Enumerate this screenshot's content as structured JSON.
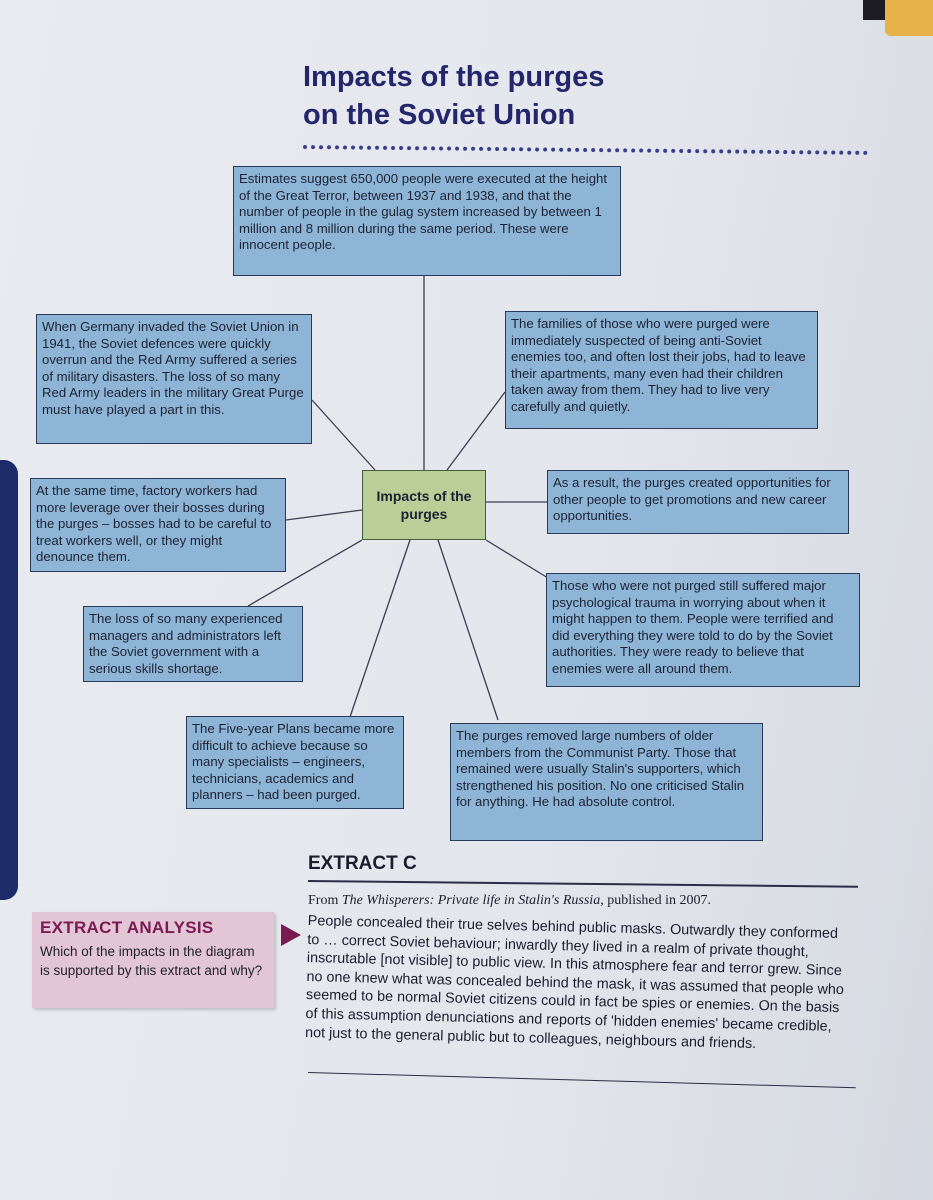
{
  "title": {
    "line1": "Impacts of the purges",
    "line2": "on the Soviet Union"
  },
  "diagram": {
    "center": "Impacts of the purges",
    "boxes": {
      "top": "Estimates suggest 650,000 people were executed at the height of the Great Terror, between 1937 and 1938, and that the number of people in the gulag system increased by between 1 million and 8 million during the same period. These were innocent people.",
      "upper_left": "When Germany invaded the Soviet Union in 1941, the Soviet defences were quickly overrun and the Red Army suffered a series of military disasters. The loss of so many Red Army leaders in the military Great Purge must have played a part in this.",
      "upper_right": "The families of those who were purged were immediately suspected of being anti-Soviet enemies too, and often lost their jobs, had to leave their apartments, many even had their children taken away from them. They had to live very carefully and quietly.",
      "middle_left": "At the same time, factory workers had more leverage over their bosses during the purges – bosses had to be careful to treat workers well, or they might denounce them.",
      "middle_right": "As a result, the purges created opportunities for other people to get promotions and new career opportunities.",
      "lower_left": "The loss of so many experienced managers and administrators left the Soviet government with a serious skills shortage.",
      "lower_right": "Those who were not purged still suffered major psychological trauma in worrying about when it might happen to them. People were terrified and did everything they were told to do by the Soviet authorities. They were ready to believe that enemies were all around them.",
      "bottom_left": "The Five-year Plans became more difficult to achieve because so many specialists – engineers, technicians, academics and planners – had been purged.",
      "bottom_right": "The purges removed large numbers of older members from the Communist Party. Those that remained were usually Stalin's supporters, which strengthened his position. No one criticised Stalin for anything. He had absolute control."
    }
  },
  "extract": {
    "heading": "EXTRACT C",
    "source_prefix": "From ",
    "source_title": "The Whisperers: Private life in Stalin's Russia",
    "source_suffix": ", published in 2007.",
    "body": "People concealed their true selves behind public masks. Outwardly they conformed to … correct Soviet behaviour; inwardly they lived in a realm of private thought, inscrutable [not visible] to public view. In this atmosphere fear and terror grew. Since no one knew what was concealed behind the mask, it was assumed that people who seemed to be normal Soviet citizens could in fact be spies or enemies. On the basis of this assumption denunciations and reports of 'hidden enemies' became credible, not just to the general public but to colleagues, neighbours and friends."
  },
  "analysis": {
    "heading": "EXTRACT ANALYSIS",
    "question": "Which of the impacts in the diagram is supported by this extract and why?"
  },
  "colors": {
    "title": "#23266a",
    "box_fill": "#8fb5d6",
    "center_fill": "#b9cf97",
    "analysis_fill": "#e2c6d5",
    "analysis_accent": "#7a1a52"
  }
}
